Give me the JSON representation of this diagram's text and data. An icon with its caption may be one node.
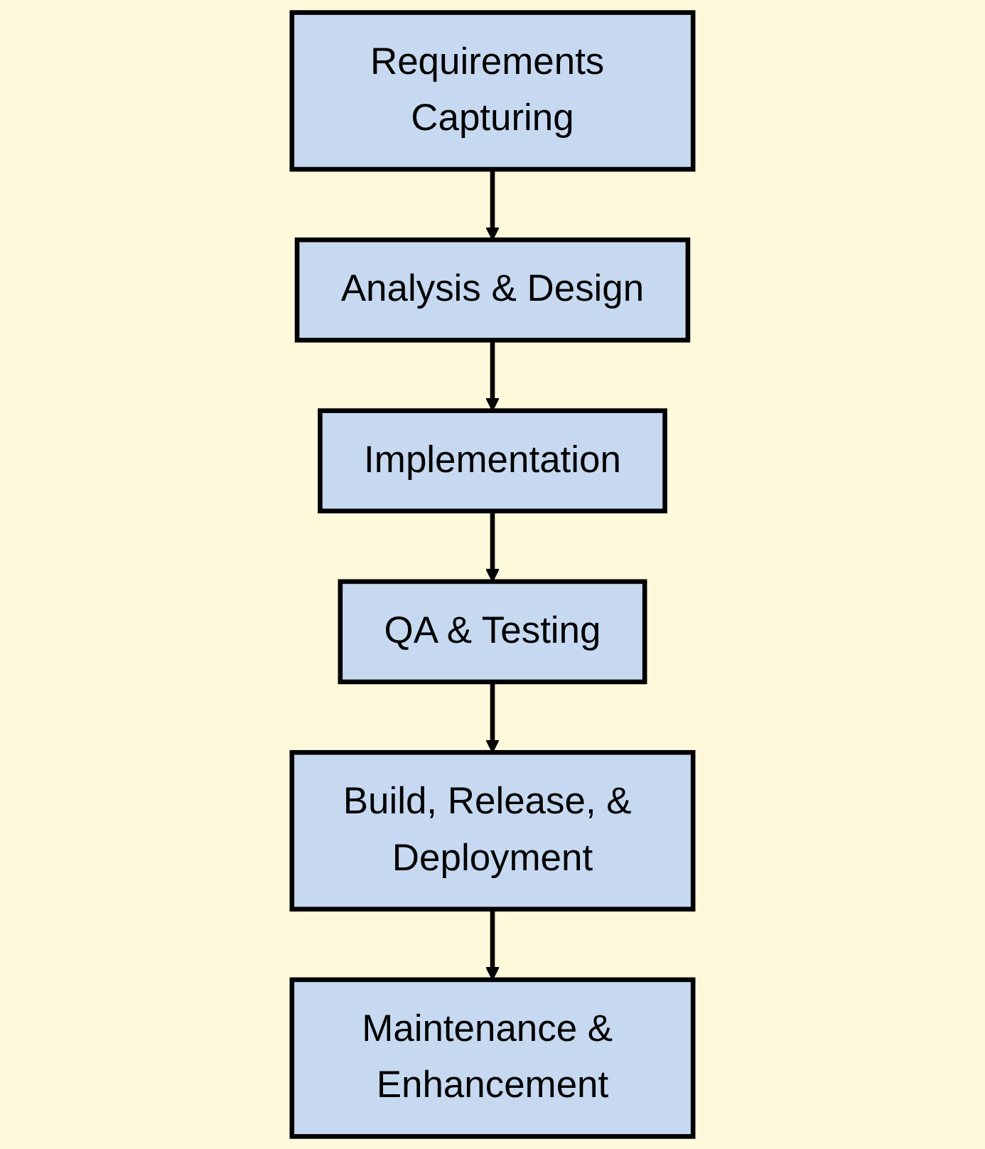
{
  "diagram": {
    "nodes": [
      {
        "text": [
          "Requirements Capturing"
        ]
      },
      {
        "text": [
          "Analysis & Design"
        ]
      },
      {
        "text": [
          "Implementation"
        ]
      },
      {
        "text": [
          "QA & Testing"
        ]
      },
      {
        "text": [
          "Build, Release, & Deployment"
        ]
      },
      {
        "text": [
          "Maintenance & Enhancement"
        ]
      }
    ],
    "edges": [
      {
        "from": 0,
        "to": 1,
        "arrow": "to"
      },
      {
        "from": 1,
        "to": 2,
        "arrow": "to"
      },
      {
        "from": 2,
        "to": 3,
        "arrow": "to"
      },
      {
        "from": 3,
        "to": 4,
        "arrow": "to"
      },
      {
        "from": 4,
        "to": 5,
        "arrow": "to"
      }
    ]
  }
}
